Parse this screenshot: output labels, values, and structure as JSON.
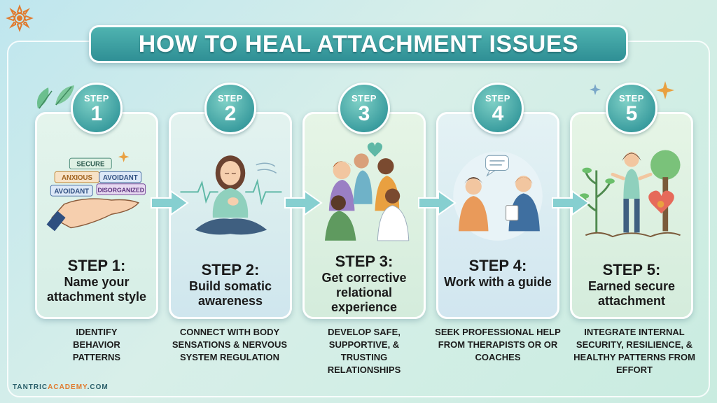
{
  "title": "HOW TO HEAL ATTACHMENT ISSUES",
  "footer": {
    "prefix": "TANTRIC",
    "accent": "ACADEMY",
    "suffix": ".COM"
  },
  "steps": [
    {
      "badge_word": "STEP",
      "badge_number": "1",
      "title": "STEP 1:",
      "label": "Name your attachment style",
      "description": "IDENTIFY BEHAVIOR PATTERNS",
      "tags": [
        "SECURE",
        "ANXIOUS",
        "AVOIDANT",
        "AVOIDANT",
        "DISORGANIZED"
      ]
    },
    {
      "badge_word": "STEP",
      "badge_number": "2",
      "title": "STEP 2:",
      "label": "Build somatic awareness",
      "description": "CONNECT WITH BODY SENSATIONS & NERVOUS SYSTEM REGULATION"
    },
    {
      "badge_word": "STEP",
      "badge_number": "3",
      "title": "STEP 3:",
      "label": "Get corrective relational experience",
      "description": "DEVELOP SAFE, SUPPORTIVE, & TRUSTING RELATIONSHIPS"
    },
    {
      "badge_word": "STEP",
      "badge_number": "4",
      "title": "STEP 4:",
      "label": "Work with a guide",
      "description": "SEEK PROFESSIONAL HELP FROM THERAPISTS OR OR COACHES"
    },
    {
      "badge_word": "STEP",
      "badge_number": "5",
      "title": "STEP 5:",
      "label": "Earned secure attachment",
      "description": "INTEGRATE INTERNAL SECURITY, RESILIENCE, & HEALTHY PATTERNS FROM EFFORT"
    }
  ],
  "colors": {
    "teal": "#3c9ea0",
    "banner": "#2f8f95",
    "accent": "#e07a2e"
  }
}
